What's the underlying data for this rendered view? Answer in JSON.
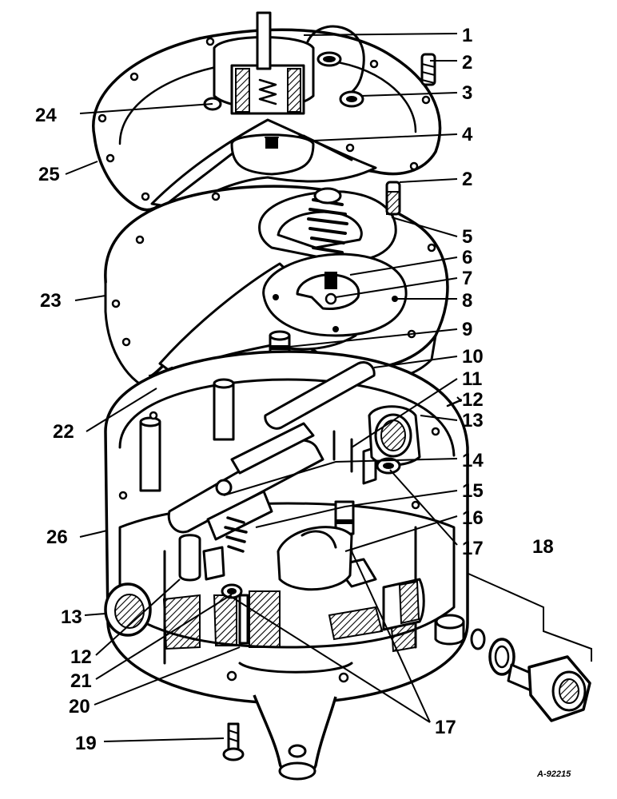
{
  "figure": {
    "reference": "A-92215",
    "callouts": [
      "1",
      "2",
      "3",
      "24",
      "4",
      "25",
      "2",
      "5",
      "6",
      "7",
      "8",
      "23",
      "9",
      "10",
      "11",
      "12",
      "13",
      "22",
      "14",
      "15",
      "16",
      "17",
      "18",
      "26",
      "13",
      "12",
      "21",
      "20",
      "17",
      "19"
    ]
  },
  "colors": {
    "ink": "#000000",
    "paper": "#ffffff"
  },
  "parts": [
    "cover",
    "diaphragm-housing",
    "diaphragm-plate",
    "valve-body",
    "lever",
    "inlet-fitting",
    "mounting-foot",
    "screw",
    "nut",
    "gasket"
  ]
}
